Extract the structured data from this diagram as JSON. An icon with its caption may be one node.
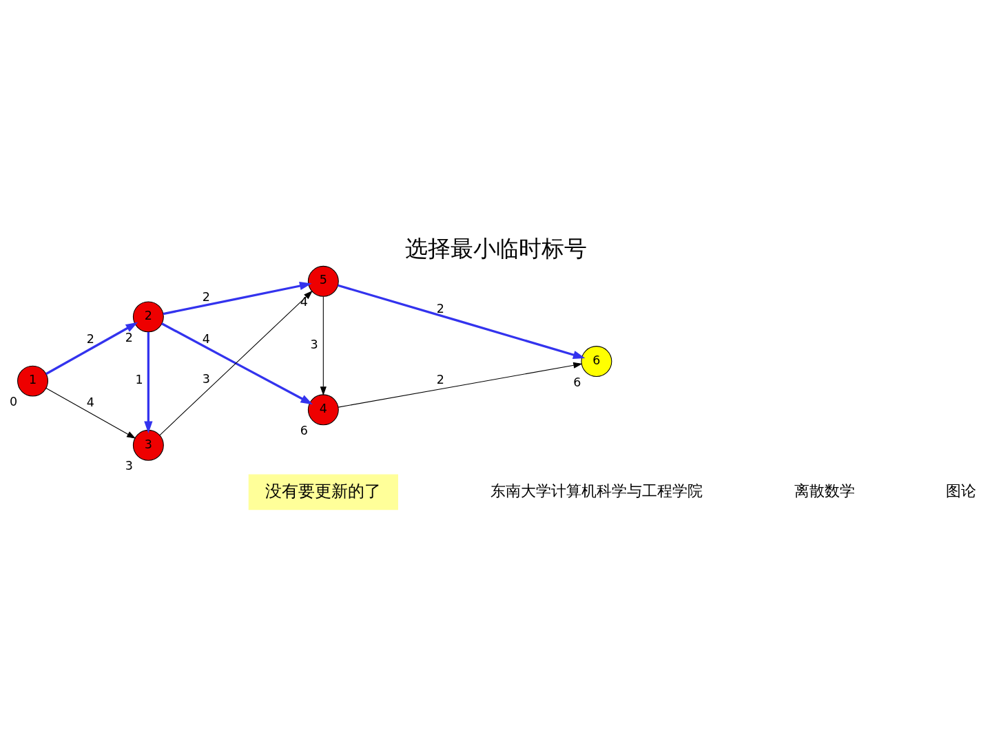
{
  "diagram": {
    "title": "选择最小临时标号",
    "nodes": [
      {
        "text": [
          "1"
        ],
        "beside": [
          "0"
        ]
      },
      {
        "text": [
          "2"
        ],
        "beside": [
          "2"
        ]
      },
      {
        "text": [
          "4"
        ],
        "beside": [
          "6"
        ]
      },
      {
        "text": [
          "3"
        ],
        "beside": [
          "3"
        ]
      },
      {
        "text": [
          "5"
        ],
        "beside": [
          "4"
        ]
      },
      {
        "text": [
          "6"
        ],
        "beside": [
          "6"
        ]
      },
      {
        "text": [
          "没有要更新的了"
        ]
      }
    ],
    "edges": [
      {
        "from": 0,
        "to": 1,
        "arrow": "to",
        "label": "2"
      },
      {
        "from": 0,
        "to": 3,
        "arrow": "to",
        "label": "4",
        "color": "#000000"
      },
      {
        "from": 1,
        "to": 2,
        "arrow": "to",
        "label": "4"
      },
      {
        "from": 1,
        "to": 3,
        "arrow": "to",
        "label": "1"
      },
      {
        "from": 1,
        "to": 4,
        "arrow": "to",
        "label": "2"
      },
      {
        "from": 3,
        "to": 4,
        "arrow": "to",
        "label": "3",
        "color": "#000000"
      },
      {
        "from": 4,
        "to": 2,
        "arrow": "to",
        "label": "3",
        "color": "#000000"
      },
      {
        "from": 2,
        "to": 5,
        "arrow": "to",
        "label": "2",
        "color": "#000000"
      },
      {
        "from": 4,
        "to": 5,
        "arrow": "to",
        "label": "2"
      }
    ],
    "labels": [
      "东南大学计算机科学与工程学院",
      "离散数学",
      "图论"
    ]
  }
}
